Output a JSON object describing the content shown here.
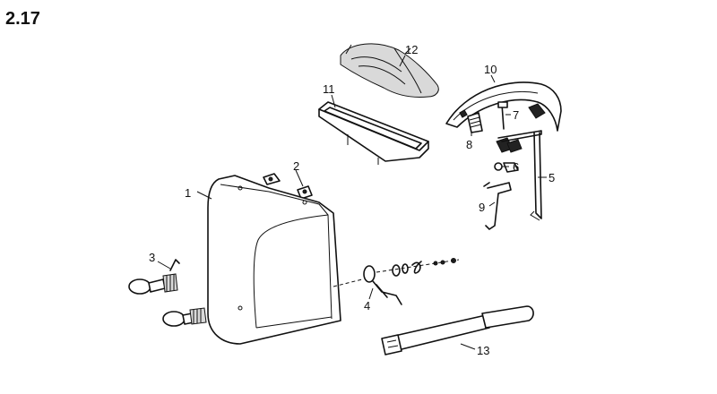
{
  "figure_number": "2.17",
  "callouts": [
    "1",
    "2",
    "3",
    "4",
    "5",
    "6",
    "7",
    "8",
    "9",
    "10",
    "11",
    "12",
    "13"
  ],
  "parts": {
    "p1": "1",
    "p2": "2",
    "p3": "3",
    "p4": "4",
    "p5": "5",
    "p6": "6",
    "p7": "7",
    "p8": "8",
    "p9": "9",
    "p10": "10",
    "p11": "11",
    "p12": "12",
    "p13": "13"
  }
}
